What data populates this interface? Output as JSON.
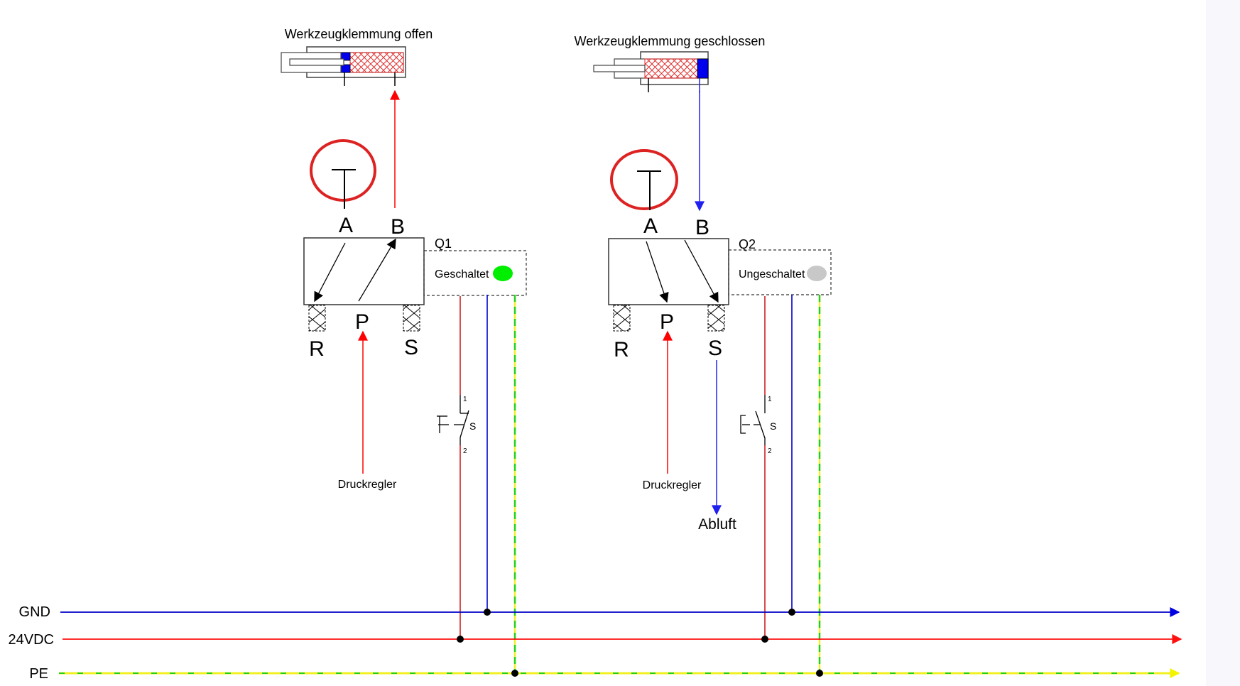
{
  "title": "Pneumatik-/Elektro-Schaltplan Werkzeugklemmung",
  "colors": {
    "gnd": "#0000c8",
    "vdc": "#e82020",
    "pe_base": "#f0f020",
    "pe_dash": "#20d020",
    "air_supply": "#ff0000",
    "air_exhaust": "#2020f0",
    "handle": "#dd2222",
    "piston": "#0000ee",
    "led_on": "#00ee00",
    "led_off": "#c8c8c8"
  },
  "cylinders": [
    {
      "id": "cyl-open",
      "label": "Werkzeugklemmung offen",
      "state": "open"
    },
    {
      "id": "cyl-closed",
      "label": "Werkzeugklemmung geschlossen",
      "state": "closed"
    }
  ],
  "valves": [
    {
      "id": "Q1",
      "tag": "Q1",
      "status": "Geschaltet",
      "led": "on",
      "ports": {
        "a": "A",
        "b": "B",
        "p": "P",
        "r": "R",
        "s": "S"
      },
      "supply_label": "Druckregler",
      "switch": {
        "label": "S",
        "pin_top": "1",
        "pin_bottom": "2",
        "state": "closed"
      }
    },
    {
      "id": "Q2",
      "tag": "Q2",
      "status": "Ungeschaltet",
      "led": "off",
      "ports": {
        "a": "A",
        "b": "B",
        "p": "P",
        "r": "R",
        "s": "S"
      },
      "supply_label": "Druckregler",
      "exhaust_label": "Abluft",
      "switch": {
        "label": "S",
        "pin_top": "1",
        "pin_bottom": "2",
        "state": "open"
      }
    }
  ],
  "buses": [
    {
      "id": "gnd",
      "label": "GND"
    },
    {
      "id": "vdc",
      "label": "24VDC"
    },
    {
      "id": "pe",
      "label": "PE"
    }
  ]
}
